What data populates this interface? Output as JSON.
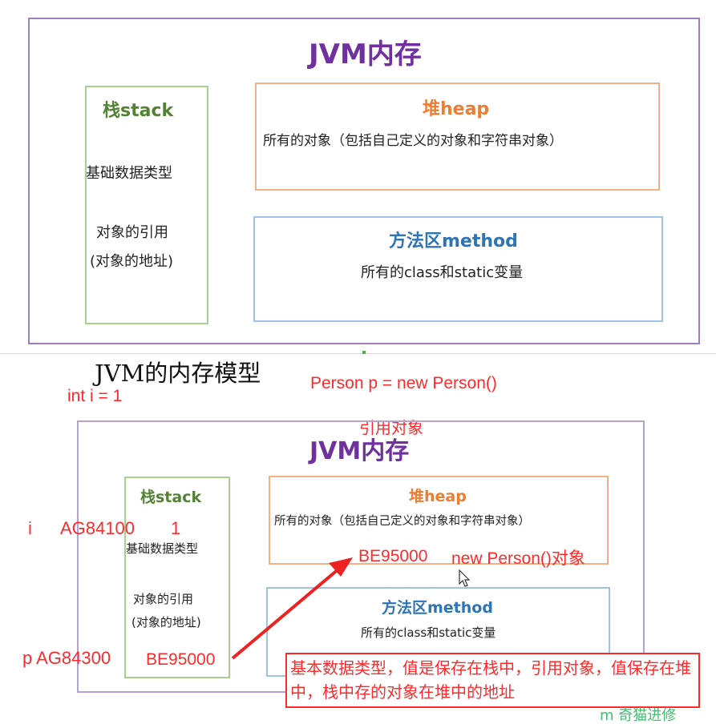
{
  "top": {
    "title": "JVM内存",
    "stack": {
      "title": "栈stack",
      "line1": "基础数据类型",
      "line2": "对象的引用",
      "line3": "(对象的地址)"
    },
    "heap": {
      "title": "堆heap",
      "desc": "所有的对象（包括自己定义的对象和字符串对象）"
    },
    "method": {
      "title": "方法区method",
      "desc": "所有的class和static变量"
    }
  },
  "bottom": {
    "model_title": "JVM的内存模型",
    "code_int": "int i = 1",
    "code_person": "Person p = new Person()",
    "ref_label": "引用对象",
    "title": "JVM内存",
    "stack": {
      "title": "栈stack",
      "line1": "基础数据类型",
      "line2": "对象的引用",
      "line3": "(对象的地址)"
    },
    "heap": {
      "title": "堆heap",
      "desc": "所有的对象（包括自己定义的对象和字符串对象）"
    },
    "method": {
      "title": "方法区method",
      "desc": "所有的class和static变量"
    },
    "var_i": "i",
    "addr_i": "AG84100",
    "val_i": "1",
    "var_p": "p AG84300",
    "val_p": "BE95000",
    "heap_addr": "BE95000",
    "heap_obj": "new Person()对象",
    "note": "基本数据类型，值是保存在栈中，引用对象，值保存在堆中，栈中存的对象在堆中的地址"
  },
  "watermark": "m 奇猫进修",
  "colors": {
    "purple": "#7030a0",
    "green": "#548235",
    "orange": "#ed7d31",
    "blue": "#2e75b6",
    "red": "#ff2b2b"
  }
}
